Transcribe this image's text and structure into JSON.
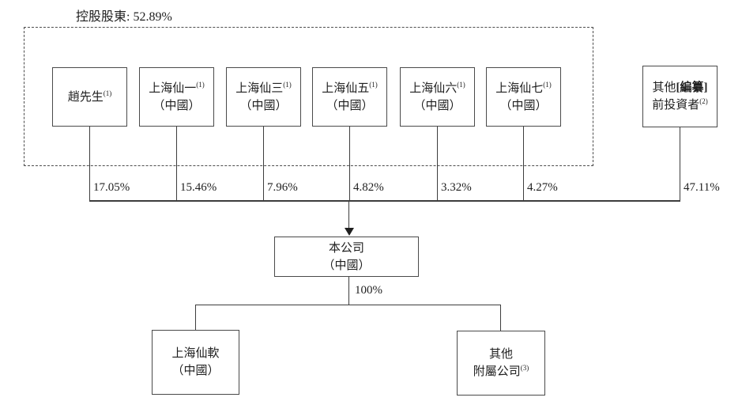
{
  "diagram": {
    "title": "控股股東: 52.89%",
    "controlling_group": {
      "members": [
        {
          "name": "趙先生",
          "footnote": "(1)",
          "ownership": "17.05%"
        },
        {
          "name": "上海仙一",
          "footnote": "(1)",
          "country": "（中國）",
          "ownership": "15.46%"
        },
        {
          "name": "上海仙三",
          "footnote": "(1)",
          "country": "（中國）",
          "ownership": "7.96%"
        },
        {
          "name": "上海仙五",
          "footnote": "(1)",
          "country": "（中國）",
          "ownership": "4.82%"
        },
        {
          "name": "上海仙六",
          "footnote": "(1)",
          "country": "（中國）",
          "ownership": "3.32%"
        },
        {
          "name": "上海仙七",
          "footnote": "(1)",
          "country": "（中國）",
          "ownership": "4.27%"
        }
      ]
    },
    "other_pre_investors": {
      "line1": "其他",
      "line1_redacted": "[編纂]",
      "line2": "前投資者",
      "footnote": "(2)",
      "ownership": "47.11%"
    },
    "company": {
      "name": "本公司",
      "country": "（中國）",
      "ownership_in_subsidiaries": "100%"
    },
    "subsidiaries": [
      {
        "line1": "上海仙軟",
        "line2": "（中國）"
      },
      {
        "line1": "其他",
        "line2": "附屬公司",
        "footnote": "(3)"
      }
    ]
  },
  "colors": {
    "line": "#3d3d3d",
    "text": "#1f1f1f",
    "background": "#ffffff"
  }
}
